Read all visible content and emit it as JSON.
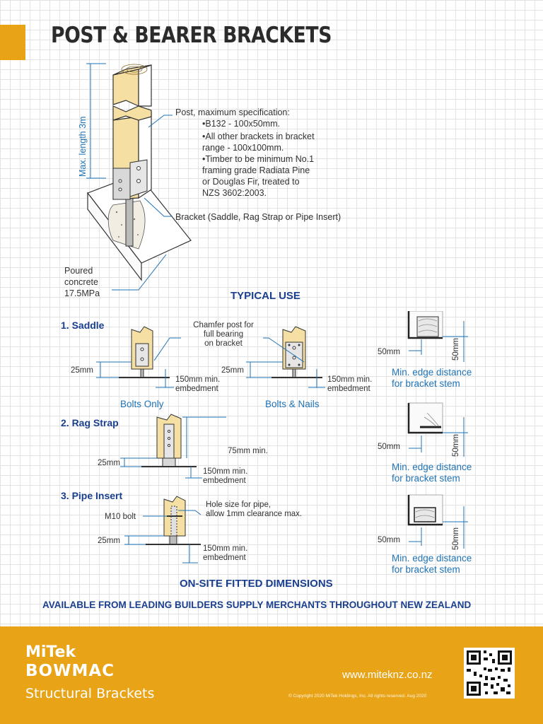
{
  "header": {
    "title": "POST & BEARER BRACKETS"
  },
  "main_diagram": {
    "height_label": "Max. length 3m",
    "post_spec": {
      "heading": "Post, maximum specification:",
      "items": [
        "•B132 - 100x50mm.",
        "•All other brackets in bracket",
        " range - 100x100mm.",
        "•Timber to be minimum No.1",
        " framing grade Radiata Pine",
        " or Douglas Fir, treated to",
        " NZS 3602:2003."
      ]
    },
    "bracket_label": "Bracket (Saddle, Rag Strap or Pipe Insert)",
    "concrete_lines": [
      "Poured",
      "concrete",
      "17.5MPa"
    ]
  },
  "typical_use": {
    "heading": "TYPICAL USE",
    "saddle": {
      "step": "1.   Saddle",
      "chamfer_note": [
        "Chamfer post for",
        "full bearing",
        "on bracket"
      ],
      "dim_25": "25mm",
      "embed": [
        "150mm min.",
        "embedment"
      ],
      "caption_left": "Bolts Only",
      "caption_right": "Bolts & Nails"
    },
    "rag_strap": {
      "step": "2.   Rag Strap",
      "dim_75": "75mm min.",
      "dim_25": "25mm",
      "embed": [
        "150mm min.",
        "embedment"
      ]
    },
    "pipe_insert": {
      "step": "3.   Pipe Insert",
      "bolt": "M10 bolt",
      "hole_note": [
        "Hole size for pipe,",
        "allow 1mm clearance max."
      ],
      "dim_25": "25mm",
      "embed": [
        "150mm min.",
        "embedment"
      ]
    },
    "edge_details": [
      {
        "h": "50mm",
        "v": "50mm",
        "caption": [
          "Min. edge distance",
          "for bracket stem"
        ]
      },
      {
        "h": "50mm",
        "v": "50mm",
        "caption": [
          "Min. edge distance",
          "for bracket stem"
        ]
      },
      {
        "h": "50mm",
        "v": "50mm",
        "caption": [
          "Min. edge distance",
          "for bracket stem"
        ]
      }
    ]
  },
  "fitted_heading": "ON-SITE FITTED DIMENSIONS",
  "availability": "AVAILABLE FROM LEADING BUILDERS SUPPLY MERCHANTS THROUGHOUT NEW ZEALAND",
  "footer": {
    "brand_line1": "MiTek",
    "brand_line2": "BOWMAC",
    "brand_line3": "Structural Brackets",
    "website": "www.miteknz.co.nz",
    "copyright": "© Copyright 2020 MiTek Holdings, Inc. All rights reserved. Aug 2020"
  },
  "colors": {
    "accent": "#e8a317",
    "blue": "#1f73b7",
    "navy": "#1a3f8f",
    "timber": "#f6dfa2"
  }
}
